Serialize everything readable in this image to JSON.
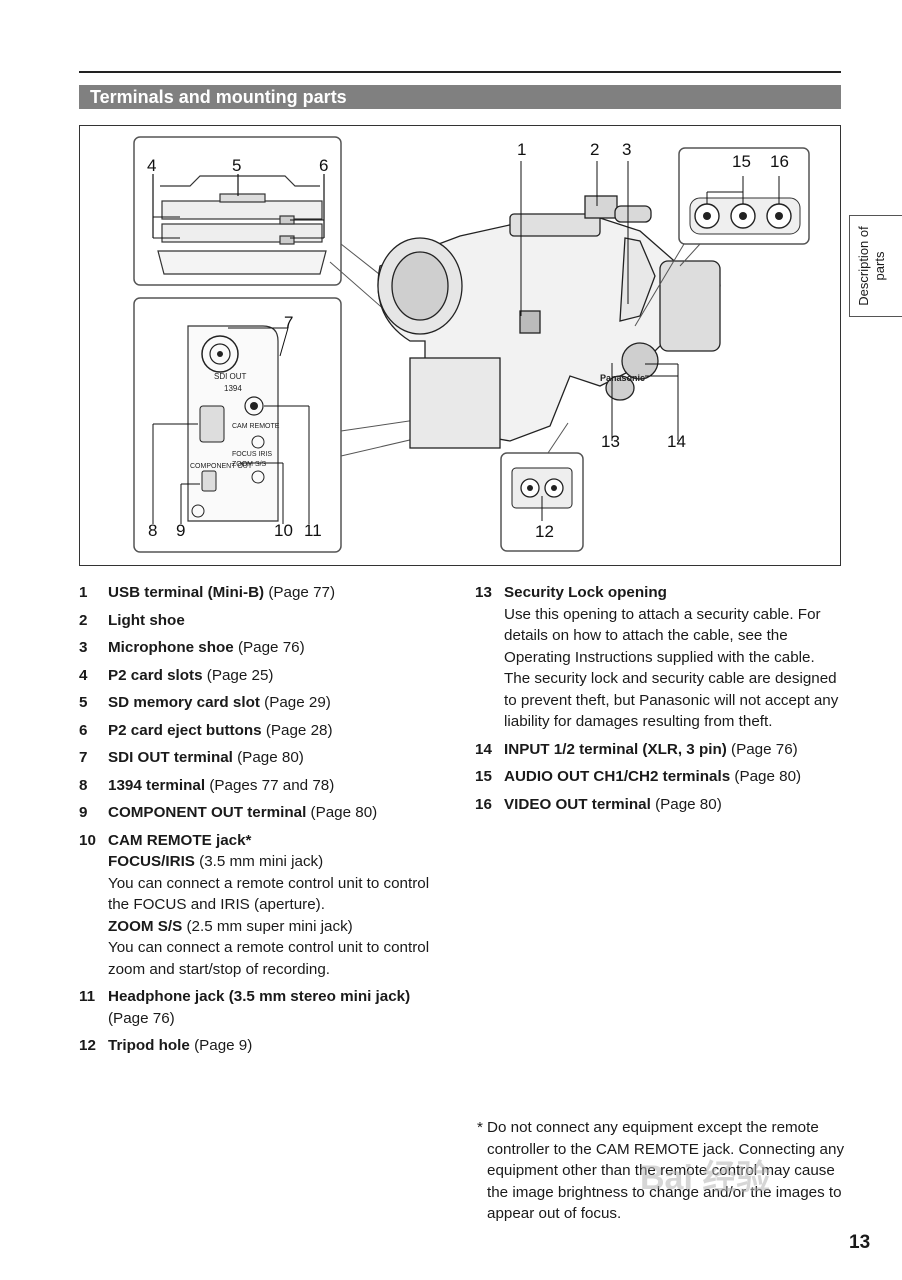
{
  "section_title": "Terminals and mounting parts",
  "side_tab": "Description of parts",
  "page_number": "13",
  "figure": {
    "callouts": [
      "1",
      "2",
      "3",
      "4",
      "5",
      "6",
      "7",
      "8",
      "9",
      "10",
      "11",
      "12",
      "13",
      "14",
      "15",
      "16"
    ],
    "panel_labels": {
      "sdi_out": "SDI OUT",
      "ieee": "1394",
      "cam_remote": "CAM REMOTE",
      "focus_iris": "FOCUS IRIS",
      "zoom_ss": "ZOOM S/S",
      "component_out": "COMPONENT OUT",
      "brand": "Panasonic"
    }
  },
  "items_left": [
    {
      "num": "1",
      "bold": "USB terminal (Mini-B)",
      "ref": " (Page 77)"
    },
    {
      "num": "2",
      "bold": "Light shoe",
      "ref": ""
    },
    {
      "num": "3",
      "bold": "Microphone shoe",
      "ref": " (Page 76)"
    },
    {
      "num": "4",
      "bold": "P2 card slots",
      "ref": " (Page 25)"
    },
    {
      "num": "5",
      "bold": "SD memory card slot",
      "ref": " (Page 29)"
    },
    {
      "num": "6",
      "bold": "P2 card eject buttons",
      "ref": " (Page 28)"
    },
    {
      "num": "7",
      "bold": "SDI OUT terminal",
      "ref": " (Page 80)"
    },
    {
      "num": "8",
      "bold": "1394 terminal",
      "ref": " (Pages 77 and 78)"
    },
    {
      "num": "9",
      "bold": "COMPONENT OUT terminal",
      "ref": " (Page 80)"
    }
  ],
  "item10": {
    "num": "10",
    "bold": "CAM REMOTE jack*",
    "sub1_bold": "FOCUS/IRIS",
    "sub1_ref": " (3.5 mm mini jack)",
    "sub1_text": "You can connect a remote control unit to control the FOCUS and IRIS (aperture).",
    "sub2_bold": "ZOOM S/S",
    "sub2_ref": " (2.5 mm super mini jack)",
    "sub2_text": "You can connect a remote control unit to control zoom and start/stop of recording."
  },
  "item11": {
    "num": "11",
    "bold": "Headphone jack (3.5 mm stereo mini jack)",
    "ref": "(Page 76)"
  },
  "item12": {
    "num": "12",
    "bold": "Tripod hole",
    "ref": " (Page 9)"
  },
  "item13": {
    "num": "13",
    "bold": "Security Lock opening",
    "text": "Use this opening to attach a security cable. For details on how to attach the cable, see the Operating Instructions supplied with the cable. The security lock and security cable are designed to prevent theft, but Panasonic will not accept any liability for damages resulting from theft."
  },
  "items_right": [
    {
      "num": "14",
      "bold": "INPUT 1/2 terminal (XLR, 3 pin)",
      "ref": " (Page 76)"
    },
    {
      "num": "15",
      "bold": "AUDIO OUT CH1/CH2 terminals",
      "ref": " (Page 80)"
    },
    {
      "num": "16",
      "bold": "VIDEO OUT terminal",
      "ref": " (Page 80)"
    }
  ],
  "footnote": {
    "star": "*",
    "text": "Do not connect any equipment except the remote controller to the CAM REMOTE jack. Connecting any equipment other than the remote control may cause the image brightness to change and/or the images to appear out of focus."
  },
  "watermark": "Bai 经验"
}
